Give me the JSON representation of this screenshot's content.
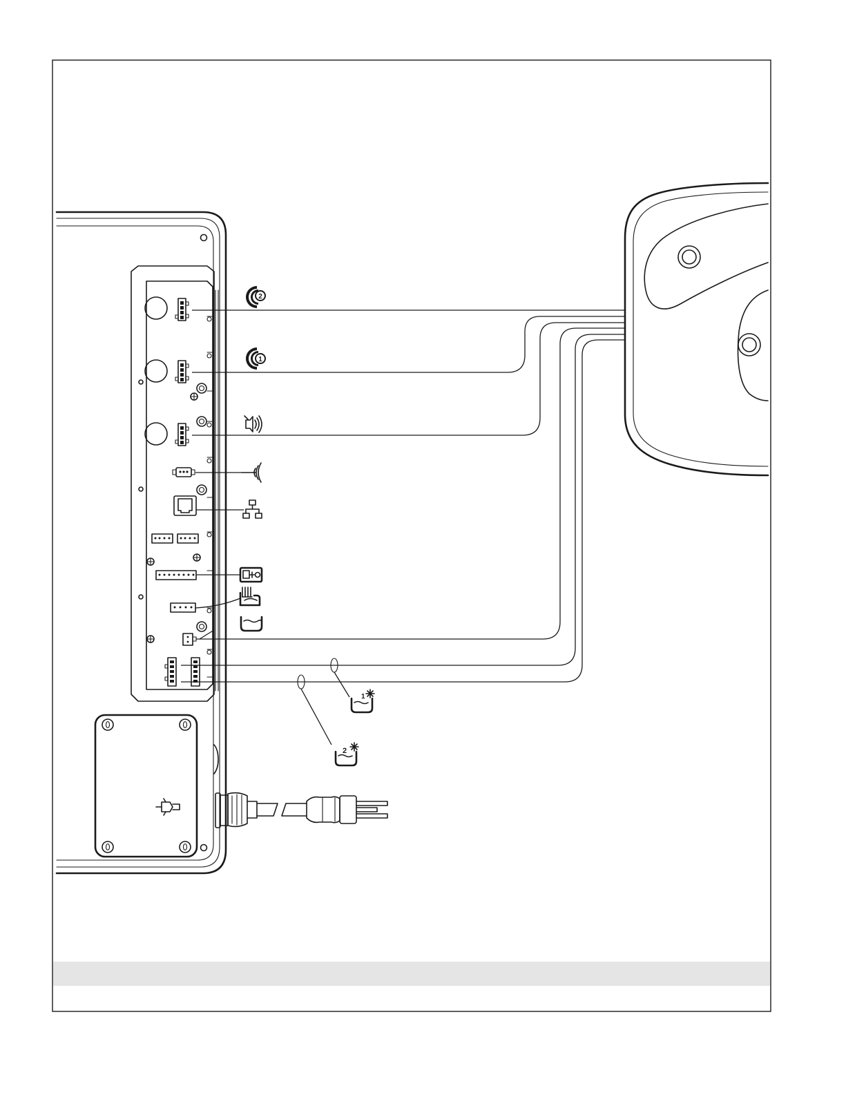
{
  "diagram": {
    "content": "connection-diagram",
    "colors": {
      "line": "#1a1a1a",
      "background": "#ffffff",
      "footer_band": "#e5e5e6"
    },
    "connections": [
      {
        "id": "light-zone-2",
        "icon": "light-zone-2-icon",
        "icon_text": "2"
      },
      {
        "id": "light-zone-1",
        "icon": "light-zone-1-icon",
        "icon_text": "1"
      },
      {
        "id": "speaker",
        "icon": "speaker-icon"
      },
      {
        "id": "remote-sensor",
        "icon": "remote-sensor-icon"
      },
      {
        "id": "network",
        "icon": "network-icon"
      },
      {
        "id": "control-panel",
        "icon": "control-panel-icon"
      },
      {
        "id": "bath-heater",
        "icon": "bath-heater-icon"
      },
      {
        "id": "bath-level-sensor",
        "icon": "bath-level-icon"
      },
      {
        "id": "air-pump-1",
        "icon": "bath-air-1-icon",
        "icon_text": "1"
      },
      {
        "id": "air-pump-2",
        "icon": "bath-air-2-icon",
        "icon_text": "2"
      },
      {
        "id": "power-supply",
        "icon": "power-plug-icon"
      }
    ]
  }
}
